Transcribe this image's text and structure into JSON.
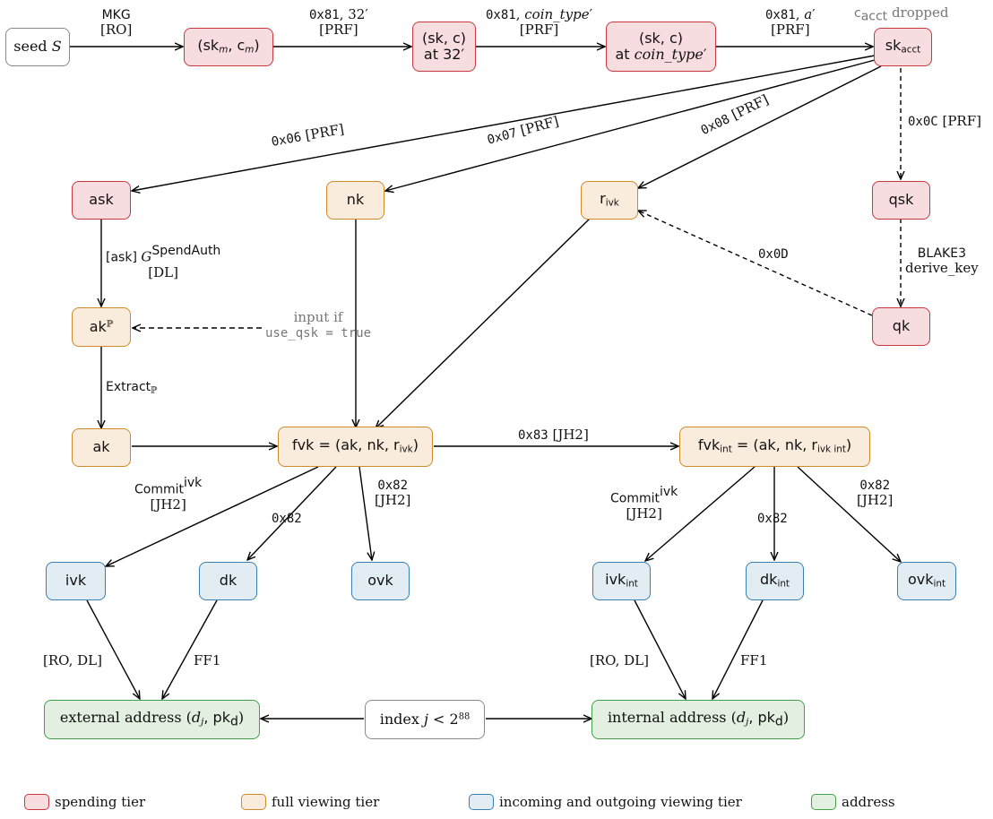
{
  "nodes": {
    "seed": {
      "pre": "seed ",
      "var": "S"
    },
    "skm_cm": {
      "open": "(sk",
      "m1": "m",
      "mid": ", c",
      "m2": "m",
      "close": ")"
    },
    "sk_c_32": {
      "line1": "(sk, c)",
      "line2": "at 32′"
    },
    "sk_c_coin": {
      "line1": "(sk, c)",
      "pre": "at ",
      "italic": "coin_type",
      "post": "′"
    },
    "sk_acct": {
      "base": "sk",
      "sub": "acct"
    },
    "ask": {
      "text": "ask"
    },
    "nk": {
      "text": "nk"
    },
    "r_ivk": {
      "base": "r",
      "sub": "ivk"
    },
    "qsk": {
      "text": "qsk"
    },
    "qk": {
      "text": "qk"
    },
    "ak_P": {
      "base": "ak",
      "sup": "ℙ"
    },
    "ak": {
      "text": "ak"
    },
    "fvk": {
      "pre": "fvk = (ak, nk, r",
      "sub": "ivk",
      "post": ")"
    },
    "fvk_int": {
      "pre": "fvk",
      "sub1": "int",
      "mid": " = (ak, nk, r",
      "sub2": "ivk int",
      "post": ")"
    },
    "ivk": {
      "text": "ivk"
    },
    "dk": {
      "text": "dk"
    },
    "ovk": {
      "text": "ovk"
    },
    "ivk_int": {
      "base": "ivk",
      "sub": "int"
    },
    "dk_int": {
      "base": "dk",
      "sub": "int"
    },
    "ovk_int": {
      "base": "ovk",
      "sub": "int"
    },
    "ext_addr": {
      "pre": "external address (",
      "var": "d",
      "vsub": "j",
      "mid": ", pk",
      "psub": "d",
      "post": ")"
    },
    "index": {
      "pre": "index ",
      "var": "j",
      "mid": " < 2",
      "sup": "88"
    },
    "int_addr": {
      "pre": "internal address (",
      "var": "d",
      "vsub": "j",
      "mid": ", pk",
      "psub": "d",
      "post": ")"
    }
  },
  "edge_labels": {
    "mkg": {
      "line1": "MKG",
      "line2": "[RO]"
    },
    "e32": {
      "code": "0x81",
      "rest": ", 32′",
      "line2": "[PRF]"
    },
    "ecoin": {
      "code": "0x81",
      "sep": ", ",
      "italic": "coin_type",
      "rest": "′",
      "line2": "[PRF]"
    },
    "eacct": {
      "code": "0x81",
      "sep": ", ",
      "italic": "a",
      "rest": "′",
      "line2": "[PRF]"
    },
    "cacct": {
      "base": "c",
      "sub": "acct",
      "rest": " dropped"
    },
    "e06": {
      "code": "0x06",
      "rest": " [PRF]"
    },
    "e07": {
      "code": "0x07",
      "rest": " [PRF]"
    },
    "e08": {
      "code": "0x08",
      "rest": " [PRF]"
    },
    "e0c": {
      "code": "0x0C",
      "rest": " [PRF]"
    },
    "e0d": {
      "code": "0x0D"
    },
    "blake": {
      "line1": "BLAKE3",
      "line2": "derive_key"
    },
    "dl": {
      "sans": "[ask] ",
      "var": "G",
      "sup": "SpendAuth",
      "line2": "[DL]"
    },
    "input_if": {
      "line1": "input if",
      "code": "use_qsk = true"
    },
    "extract": {
      "base": "Extract",
      "sub": "ℙ"
    },
    "e83": {
      "code": "0x83",
      "rest": " [JH2]"
    },
    "commit_l": {
      "base": "Commit",
      "sup": "ivk",
      "line2": "[JH2]"
    },
    "x82_l_dk": {
      "code": "0x82"
    },
    "x82_l_ovk": {
      "code": "0x82",
      "line2": "[JH2]"
    },
    "commit_r": {
      "base": "Commit",
      "sup": "ivk",
      "line2": "[JH2]"
    },
    "x82_r_dk": {
      "code": "0x82"
    },
    "x82_r_ovk": {
      "code": "0x82",
      "line2": "[JH2]"
    },
    "ro_dl_l": {
      "text": "[RO, DL]"
    },
    "ff1_l": {
      "text": "FF1"
    },
    "ro_dl_r": {
      "text": "[RO, DL]"
    },
    "ff1_r": {
      "text": "FF1"
    }
  },
  "legend": [
    {
      "label": "spending tier",
      "color": "#c8383f",
      "fill": "#f8dde0"
    },
    {
      "label": "full viewing tier",
      "color": "#cf8a2c",
      "fill": "#faecdc"
    },
    {
      "label": "incoming and outgoing viewing tier",
      "color": "#3a7fb2",
      "fill": "#e2ecf3"
    },
    {
      "label": "address",
      "color": "#43a047",
      "fill": "#e3f0e1"
    }
  ]
}
